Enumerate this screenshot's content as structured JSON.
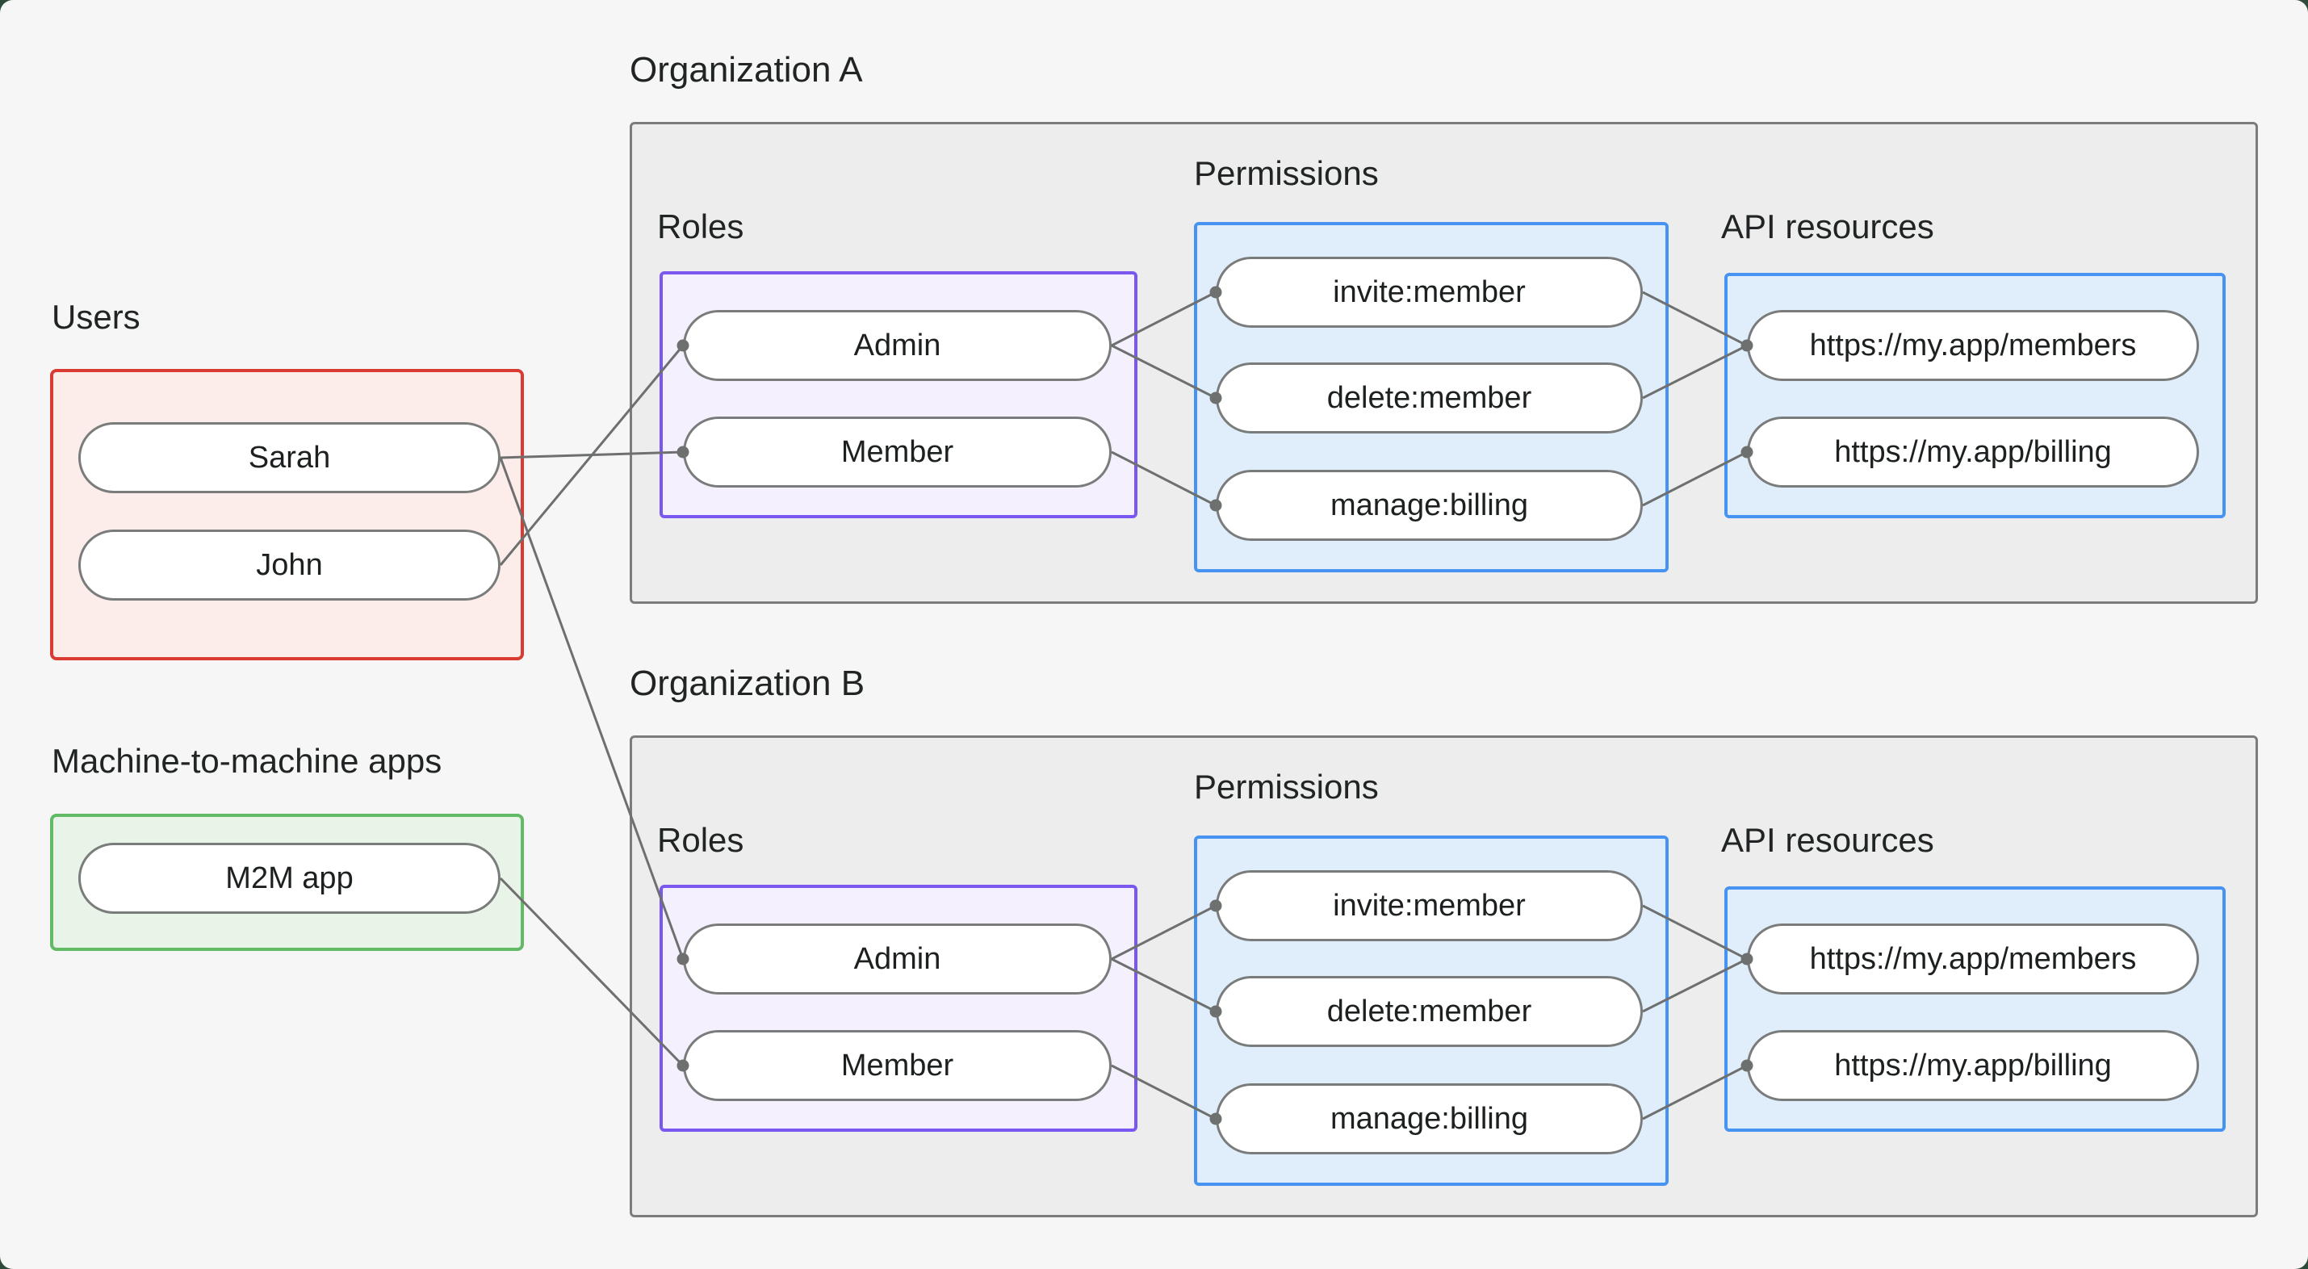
{
  "colors": {
    "background": "#2e4b3a",
    "canvas": "#f5f6f5",
    "org_fill": "#ededee",
    "org_border": "#7a7d7c",
    "users_fill": "#fcecea",
    "users_border": "#d93b32",
    "m2m_fill": "#e9f4e9",
    "m2m_border": "#62b966",
    "roles_fill": "#f4f0fd",
    "roles_border": "#7a58f0",
    "blue_fill": "#e0eefb",
    "blue_border": "#4793f2",
    "pill_fill": "#ffffff",
    "pill_border": "#797c7b",
    "connector": "#6d706f",
    "text": "#212424"
  },
  "groups": {
    "users": {
      "label": "Users",
      "items": [
        {
          "id": "sarah",
          "label": "Sarah"
        },
        {
          "id": "john",
          "label": "John"
        }
      ]
    },
    "m2m": {
      "label": "Machine-to-machine apps",
      "items": [
        {
          "id": "m2m-app",
          "label": "M2M app"
        }
      ]
    },
    "organizations": [
      {
        "id": "orgA",
        "title": "Organization A",
        "roles_label": "Roles",
        "permissions_label": "Permissions",
        "api_label": "API resources",
        "roles": [
          {
            "id": "adminA",
            "label": "Admin"
          },
          {
            "id": "memberA",
            "label": "Member"
          }
        ],
        "permissions": [
          {
            "id": "inviteA",
            "label": "invite:member"
          },
          {
            "id": "deleteA",
            "label": "delete:member"
          },
          {
            "id": "manageA",
            "label": "manage:billing"
          }
        ],
        "api_resources": [
          {
            "id": "membersA",
            "label": "https://my.app/members"
          },
          {
            "id": "billingA",
            "label": "https://my.app/billing"
          }
        ]
      },
      {
        "id": "orgB",
        "title": "Organization B",
        "roles_label": "Roles",
        "permissions_label": "Permissions",
        "api_label": "API resources",
        "roles": [
          {
            "id": "adminB",
            "label": "Admin"
          },
          {
            "id": "memberB",
            "label": "Member"
          }
        ],
        "permissions": [
          {
            "id": "inviteB",
            "label": "invite:member"
          },
          {
            "id": "deleteB",
            "label": "delete:member"
          },
          {
            "id": "manageB",
            "label": "manage:billing"
          }
        ],
        "api_resources": [
          {
            "id": "membersB",
            "label": "https://my.app/members"
          },
          {
            "id": "billingB",
            "label": "https://my.app/billing"
          }
        ]
      }
    ]
  },
  "connections": [
    {
      "from": "sarah",
      "to": "memberA"
    },
    {
      "from": "john",
      "to": "adminA"
    },
    {
      "from": "sarah",
      "to": "adminB"
    },
    {
      "from": "m2m-app",
      "to": "memberB"
    },
    {
      "from": "adminA",
      "to": "inviteA"
    },
    {
      "from": "adminA",
      "to": "deleteA"
    },
    {
      "from": "memberA",
      "to": "manageA"
    },
    {
      "from": "inviteA",
      "to": "membersA"
    },
    {
      "from": "deleteA",
      "to": "membersA"
    },
    {
      "from": "manageA",
      "to": "billingA"
    },
    {
      "from": "adminB",
      "to": "inviteB"
    },
    {
      "from": "adminB",
      "to": "deleteB"
    },
    {
      "from": "memberB",
      "to": "manageB"
    },
    {
      "from": "inviteB",
      "to": "membersB"
    },
    {
      "from": "deleteB",
      "to": "membersB"
    },
    {
      "from": "manageB",
      "to": "billingB"
    }
  ]
}
